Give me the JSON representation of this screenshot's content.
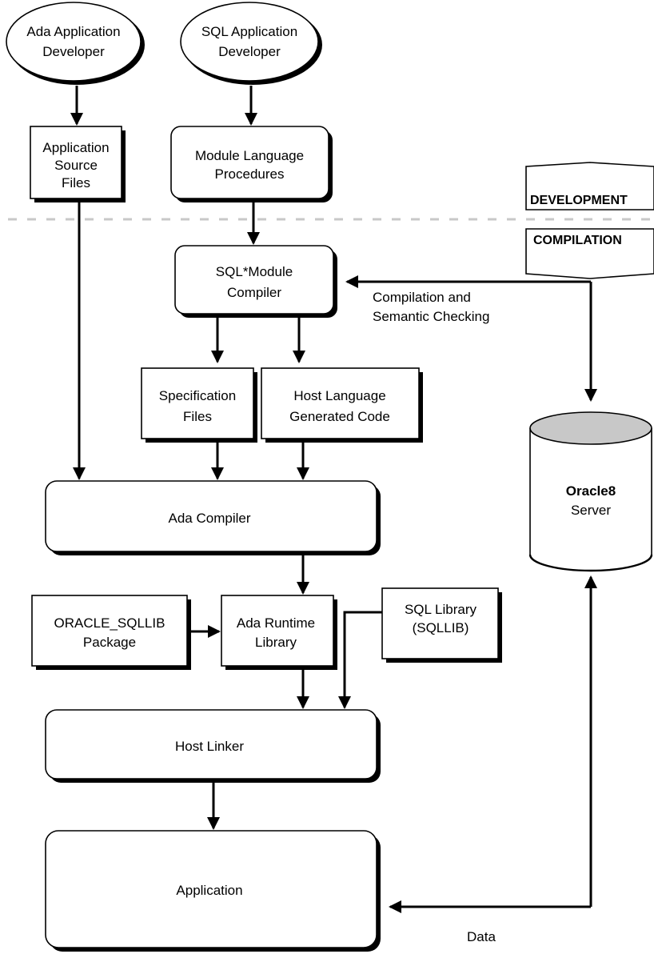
{
  "actors": {
    "ada_developer": [
      "Ada Application",
      "Developer"
    ],
    "sql_developer": [
      "SQL Application",
      "Developer"
    ]
  },
  "boxes": {
    "app_source_files": [
      "Application",
      "Source",
      "Files"
    ],
    "module_language_procedures": [
      "Module Language",
      "Procedures"
    ],
    "sqlmodule_compiler": [
      "SQL*Module",
      "Compiler"
    ],
    "specification_files": [
      "Specification",
      "Files"
    ],
    "host_language_code": [
      "Host Language",
      "Generated Code"
    ],
    "ada_compiler": "Ada Compiler",
    "oracle_sqllib_package": [
      "ORACLE_SQLLIB",
      "Package"
    ],
    "ada_runtime_library": [
      "Ada Runtime",
      "Library"
    ],
    "sql_library": [
      "SQL Library",
      "(SQLLIB)"
    ],
    "host_linker": "Host Linker",
    "application": "Application"
  },
  "server": {
    "name": "Oracle8",
    "label": "Server"
  },
  "phases": {
    "development": "DEVELOPMENT",
    "compilation": "COMPILATION"
  },
  "edge_labels": {
    "compilation_checking": [
      "Compilation and",
      "Semantic Checking"
    ],
    "data": "Data"
  },
  "colors": {
    "server_top": "#c8c8c8",
    "divider": "#c8c8c8"
  }
}
